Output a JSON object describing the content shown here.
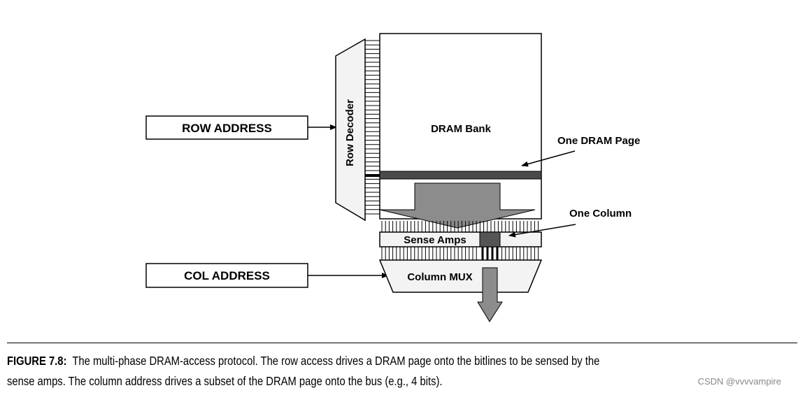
{
  "diagram": {
    "row_address_label": "ROW ADDRESS",
    "col_address_label": "COL ADDRESS",
    "row_decoder_label": "Row Decoder",
    "dram_bank_label": "DRAM Bank",
    "one_dram_page_label": "One DRAM Page",
    "one_column_label": "One Column",
    "sense_amps_label": "Sense Amps",
    "column_mux_label": "Column MUX",
    "colors": {
      "page_bar": "#4a4a4a",
      "arrow_fill": "#8c8c8c",
      "column_highlight": "#555555",
      "component_fill": "#f3f3f3"
    }
  },
  "caption": {
    "figure_label": "FIGURE 7.8:",
    "line1": "The multi-phase DRAM-access protocol. The row access drives a DRAM page onto the bitlines to be sensed by the",
    "line2": "sense amps. The column address drives a subset of the DRAM page onto the bus (e.g., 4 bits)."
  },
  "watermark": "CSDN @vvvvampire"
}
